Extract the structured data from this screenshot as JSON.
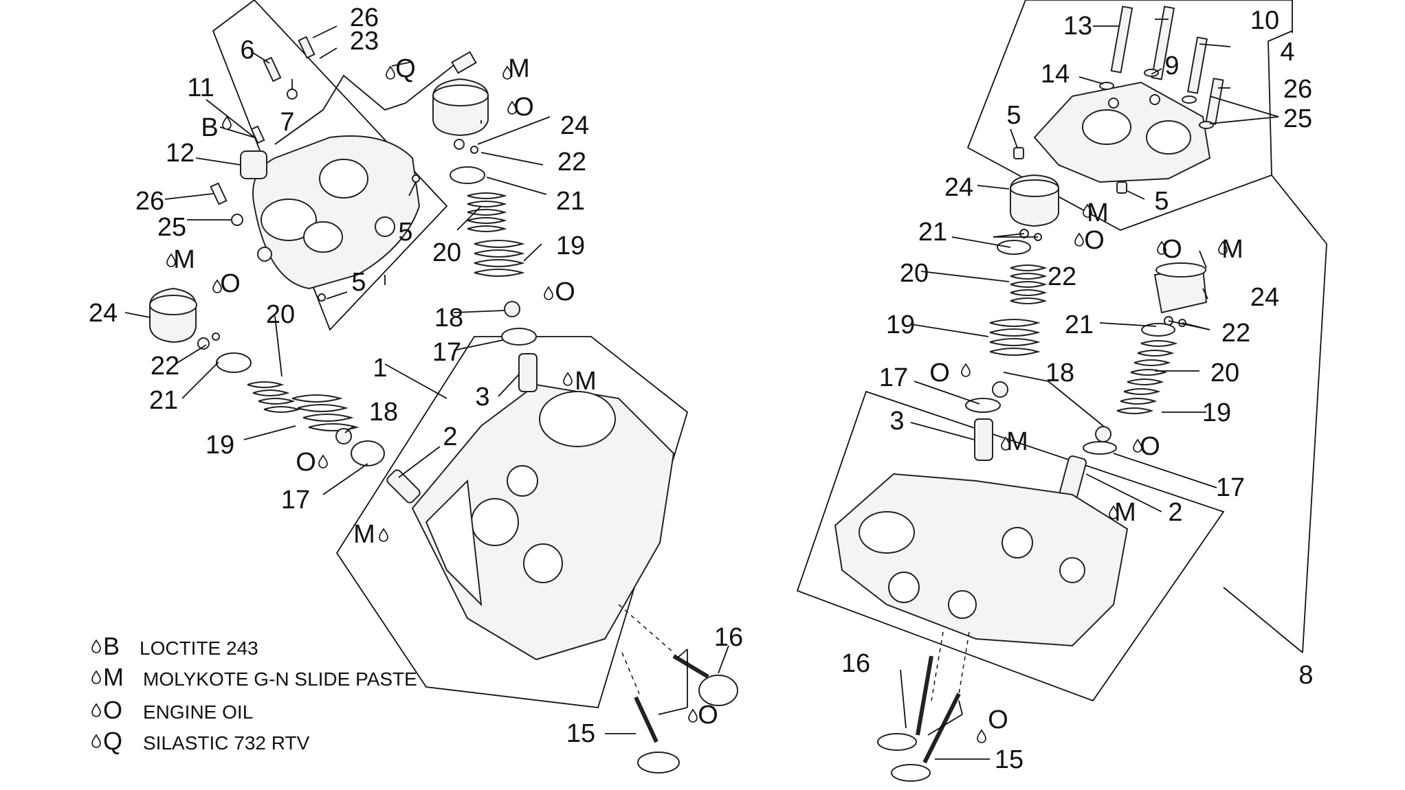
{
  "callouts": [
    {
      "id": "c26a",
      "text": "26"
    },
    {
      "id": "c23",
      "text": "23"
    },
    {
      "id": "c6",
      "text": "6"
    },
    {
      "id": "cQ",
      "text": "Q"
    },
    {
      "id": "cM1",
      "text": "M"
    },
    {
      "id": "c11",
      "text": "11"
    },
    {
      "id": "c7",
      "text": "7"
    },
    {
      "id": "cO1",
      "text": "O"
    },
    {
      "id": "c24a",
      "text": "24"
    },
    {
      "id": "cB",
      "text": "B"
    },
    {
      "id": "c12",
      "text": "12"
    },
    {
      "id": "c22a",
      "text": "22"
    },
    {
      "id": "c21a",
      "text": "21"
    },
    {
      "id": "c26b",
      "text": "26"
    },
    {
      "id": "c25a",
      "text": "25"
    },
    {
      "id": "c5a",
      "text": "5"
    },
    {
      "id": "c20a",
      "text": "20"
    },
    {
      "id": "c19a",
      "text": "19"
    },
    {
      "id": "cM2",
      "text": "M"
    },
    {
      "id": "cO2",
      "text": "O"
    },
    {
      "id": "c5b",
      "text": "5"
    },
    {
      "id": "cO3",
      "text": "O"
    },
    {
      "id": "c24b",
      "text": "24"
    },
    {
      "id": "c18a",
      "text": "18"
    },
    {
      "id": "c20b",
      "text": "20"
    },
    {
      "id": "c17a",
      "text": "17"
    },
    {
      "id": "c1",
      "text": "1"
    },
    {
      "id": "cM3",
      "text": "M"
    },
    {
      "id": "c3a",
      "text": "3"
    },
    {
      "id": "c22b",
      "text": "22"
    },
    {
      "id": "c21b",
      "text": "21"
    },
    {
      "id": "c18b",
      "text": "18"
    },
    {
      "id": "c2a",
      "text": "2"
    },
    {
      "id": "c19b",
      "text": "19"
    },
    {
      "id": "cO4",
      "text": "O"
    },
    {
      "id": "c17b",
      "text": "17"
    },
    {
      "id": "cM4",
      "text": "M"
    },
    {
      "id": "c16a",
      "text": "16"
    },
    {
      "id": "cO5",
      "text": "O"
    },
    {
      "id": "c15a",
      "text": "15"
    },
    {
      "id": "c13",
      "text": "13"
    },
    {
      "id": "c10",
      "text": "10"
    },
    {
      "id": "c4",
      "text": "4"
    },
    {
      "id": "c14",
      "text": "14"
    },
    {
      "id": "c9",
      "text": "9"
    },
    {
      "id": "c26c",
      "text": "26"
    },
    {
      "id": "c5c",
      "text": "5"
    },
    {
      "id": "c25b",
      "text": "25"
    },
    {
      "id": "c5d",
      "text": "5"
    },
    {
      "id": "c24c",
      "text": "24"
    },
    {
      "id": "cM5",
      "text": "M"
    },
    {
      "id": "cO6",
      "text": "O"
    },
    {
      "id": "c21c",
      "text": "21"
    },
    {
      "id": "c22c",
      "text": "22"
    },
    {
      "id": "cO7",
      "text": "O"
    },
    {
      "id": "cM6",
      "text": "M"
    },
    {
      "id": "c20c",
      "text": "20"
    },
    {
      "id": "c24d",
      "text": "24"
    },
    {
      "id": "c19c",
      "text": "19"
    },
    {
      "id": "c21d",
      "text": "21"
    },
    {
      "id": "c22d",
      "text": "22"
    },
    {
      "id": "c17c",
      "text": "17"
    },
    {
      "id": "cO8",
      "text": "O"
    },
    {
      "id": "c18c",
      "text": "18"
    },
    {
      "id": "c20d",
      "text": "20"
    },
    {
      "id": "c3b",
      "text": "3"
    },
    {
      "id": "cM7",
      "text": "M"
    },
    {
      "id": "c19d",
      "text": "19"
    },
    {
      "id": "cO9",
      "text": "O"
    },
    {
      "id": "c17d",
      "text": "17"
    },
    {
      "id": "cM8",
      "text": "M"
    },
    {
      "id": "c2b",
      "text": "2"
    },
    {
      "id": "c16b",
      "text": "16"
    },
    {
      "id": "c8",
      "text": "8"
    },
    {
      "id": "cO10",
      "text": "O"
    },
    {
      "id": "c15b",
      "text": "15"
    }
  ],
  "legend": [
    {
      "symbol": "B",
      "text": "LOCTITE 243"
    },
    {
      "symbol": "M",
      "text": "MOLYKOTE G-N SLIDE PASTE"
    },
    {
      "symbol": "O",
      "text": "ENGINE OIL"
    },
    {
      "symbol": "Q",
      "text": "SILASTIC 732 RTV"
    }
  ]
}
